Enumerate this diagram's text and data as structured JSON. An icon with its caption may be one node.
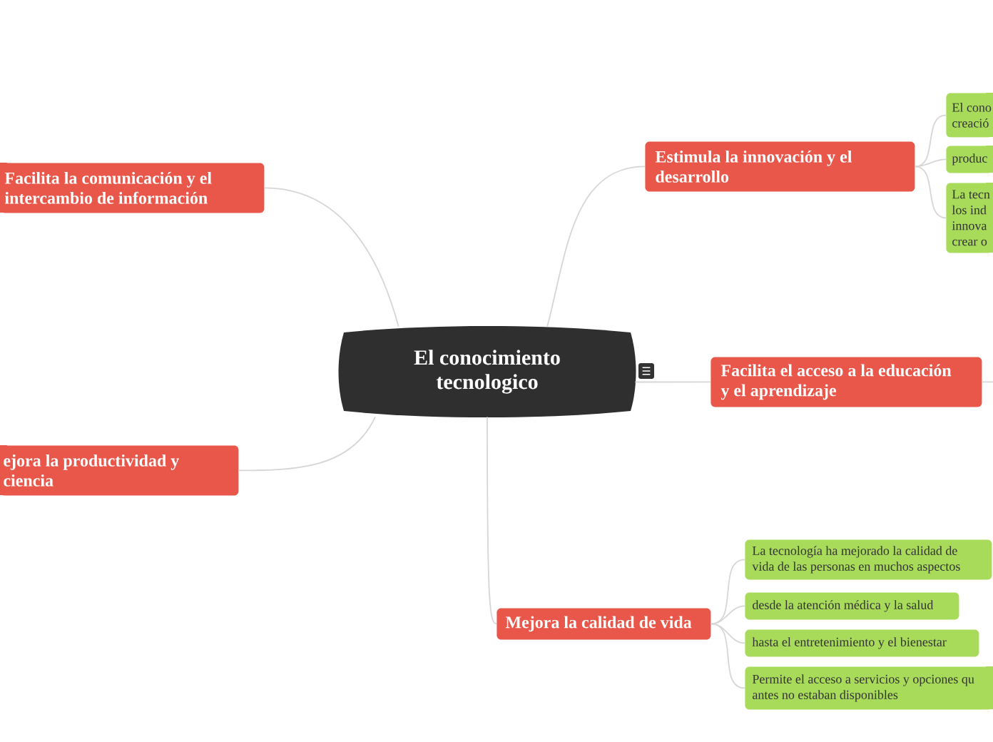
{
  "diagram": {
    "nodes": [
      {
        "text": [
          "El conocimiento tecnologico"
        ]
      },
      {
        "text": [
          "Estimula la innovación y el desarrollo"
        ]
      },
      {
        "text": [
          "El cono creació"
        ]
      },
      {
        "text": [
          "produc"
        ]
      },
      {
        "text": [
          "La tecn los ind innova crear o"
        ]
      },
      {
        "text": [
          "Facilita el acceso a la educación y el aprendizaje"
        ]
      },
      {
        "text": [
          "Mejora la calidad de vida"
        ]
      },
      {
        "text": [
          "La tecnología ha mejorado la calidad de vida de las personas en muchos aspectos"
        ]
      },
      {
        "text": [
          "desde la atención médica y la salud"
        ]
      },
      {
        "text": [
          "hasta el entretenimiento y el bienestar"
        ]
      },
      {
        "text": [
          "Permite el acceso a servicios y opciones qu antes no estaban disponibles"
        ]
      },
      {
        "text": [
          "Facilita la comunicación y el intercambio de información"
        ]
      },
      {
        "text": [
          "ejora la productividad y ciencia"
        ]
      }
    ],
    "edges": [
      {
        "from": 0,
        "to": 1,
        "arrow": "none"
      },
      {
        "from": 1,
        "to": 2,
        "arrow": "none"
      },
      {
        "from": 1,
        "to": 3,
        "arrow": "none"
      },
      {
        "from": 1,
        "to": 4,
        "arrow": "none"
      },
      {
        "from": 0,
        "to": 5,
        "arrow": "none"
      },
      {
        "from": 5,
        "to": null,
        "arrow": "none"
      },
      {
        "from": 0,
        "to": 6,
        "arrow": "none"
      },
      {
        "from": 6,
        "to": 7,
        "arrow": "none"
      },
      {
        "from": 6,
        "to": 8,
        "arrow": "none"
      },
      {
        "from": 6,
        "to": 9,
        "arrow": "none"
      },
      {
        "from": 6,
        "to": 10,
        "arrow": "none"
      },
      {
        "from": 0,
        "to": 11,
        "arrow": "none"
      },
      {
        "from": 0,
        "to": 12,
        "arrow": "none"
      }
    ]
  }
}
